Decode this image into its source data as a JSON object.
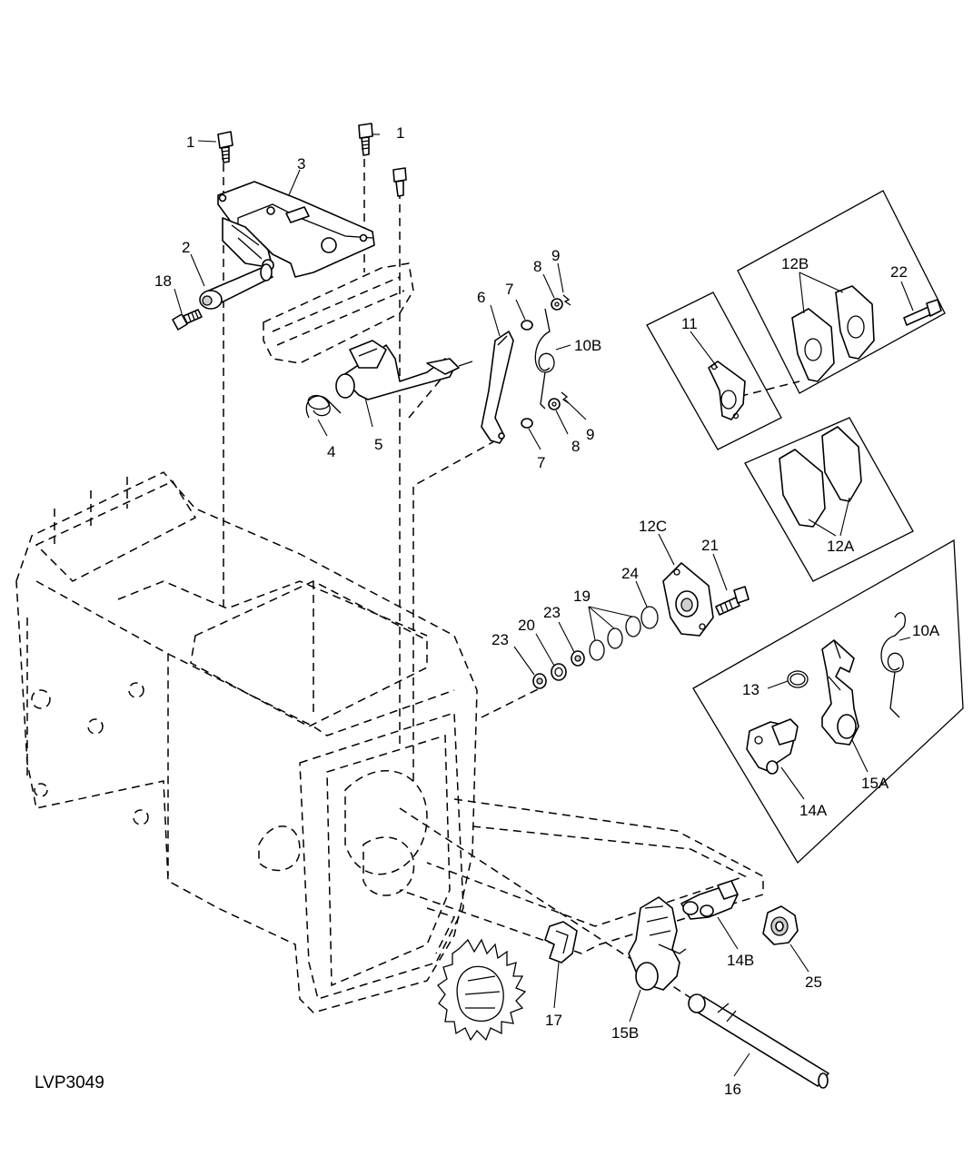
{
  "drawing_code": "LVP3049",
  "callouts": {
    "c1a": "1",
    "c1b": "1",
    "c2": "2",
    "c3": "3",
    "c4": "4",
    "c5": "5",
    "c6": "6",
    "c7a": "7",
    "c7b": "7",
    "c8a": "8",
    "c8b": "8",
    "c9a": "9",
    "c9b": "9",
    "c10A": "10A",
    "c10B": "10B",
    "c11": "11",
    "c12A": "12A",
    "c12B": "12B",
    "c12C": "12C",
    "c13": "13",
    "c14A": "14A",
    "c14B": "14B",
    "c15A": "15A",
    "c15B": "15B",
    "c16": "16",
    "c17": "17",
    "c18": "18",
    "c19": "19",
    "c20": "20",
    "c21": "21",
    "c22": "22",
    "c23a": "23",
    "c23b": "23",
    "c24": "24",
    "c25": "25"
  }
}
